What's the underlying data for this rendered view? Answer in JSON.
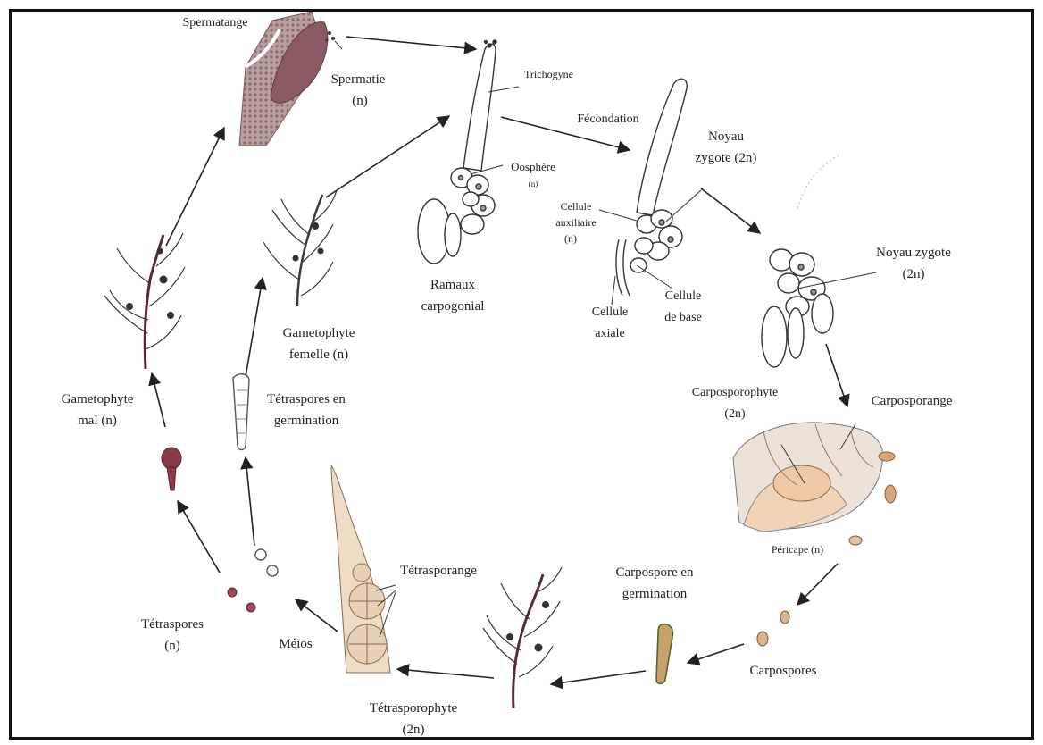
{
  "diagram": {
    "labels": {
      "spermatange": "Spermatange",
      "spermatie": "Spermatie",
      "spermatie_ploidy": "(n)",
      "trichogyne": "Trichogyne",
      "fecondation": "Fécondation",
      "noyau_zygote_1": "Noyau",
      "noyau_zygote_2": "zygote (2n)",
      "oosphere": "Oosphère",
      "oosphere_ploidy": "(n)",
      "cellule_auxiliaire_1": "Cellule",
      "cellule_auxiliaire_2": "auxiliaire",
      "cellule_auxiliaire_3": "(n)",
      "ramaux_1": "Ramaux",
      "ramaux_2": "carpogonial",
      "noyau_zygote_b_1": "Noyau zygote",
      "noyau_zygote_b_2": "(2n)",
      "cellule_axiale_1": "Cellule",
      "cellule_axiale_2": "axiale",
      "cellule_base_1": "Cellule",
      "cellule_base_2": "de  base",
      "gametophyte_femelle_1": "Gametophyte",
      "gametophyte_femelle_2": "femelle (n)",
      "tetraspores_germ_1": "Tétraspores en",
      "tetraspores_germ_2": "germination",
      "gametophyte_male_1": "Gametophyte",
      "gametophyte_male_2": "mal (n)",
      "carposporophyte_1": "Carposporophyte",
      "carposporophyte_2": "(2n)",
      "carposporange": "Carposporange",
      "pericarpe": "Péricape (n)",
      "tetrasporange": "Tétrasporange",
      "carpospore_germ_1": "Carpospore en",
      "carpospore_germ_2": "germination",
      "tetraspores_1": "Tétraspores",
      "tetraspores_2": "(n)",
      "meios": "Méios",
      "carpospores": "Carpospores",
      "tetrasporophyte_1": "Tétrasporophyte",
      "tetrasporophyte_2": "(2n)"
    }
  }
}
